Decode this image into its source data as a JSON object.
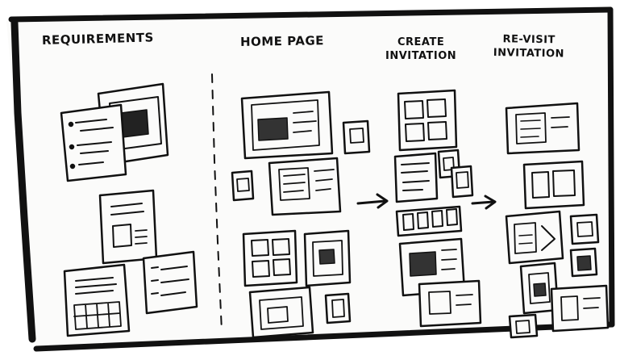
{
  "columns": [
    {
      "key": "requirements",
      "title": "REQUIREMENTS"
    },
    {
      "key": "home",
      "title": "HOME PAGE"
    },
    {
      "key": "create",
      "title_line1": "CREATE",
      "title_line2": "INVITATION"
    },
    {
      "key": "revisit",
      "title_line1": "RE-VISIT",
      "title_line2": "INVITATION"
    }
  ],
  "colors": {
    "ink": "#111111",
    "paper": "#fbfbfa",
    "background": "#ffffff"
  }
}
